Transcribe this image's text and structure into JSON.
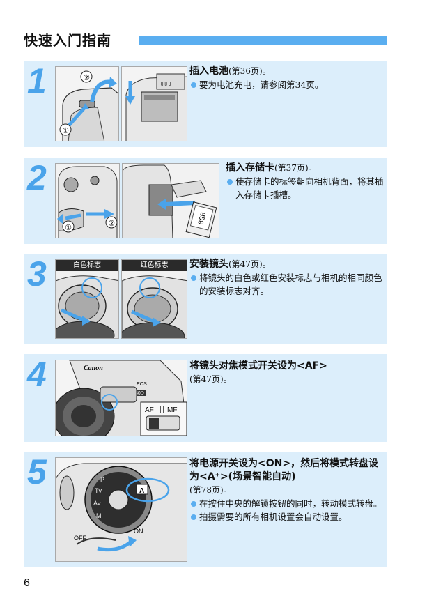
{
  "page": {
    "title": "快速入门指南",
    "number": "6"
  },
  "steps": [
    {
      "num": "1",
      "heading": "插入电池",
      "ref": "(第36页)。",
      "bullets": [
        "要为电池充电，请参阅第34页。"
      ],
      "callouts": [
        "②",
        "①"
      ]
    },
    {
      "num": "2",
      "heading": "插入存储卡",
      "ref": "(第37页)。",
      "bullets": [
        "使存储卡的标签朝向相机背面，将其插入存储卡插槽。"
      ],
      "callouts": [
        "①",
        "②"
      ],
      "card_text": "8GB"
    },
    {
      "num": "3",
      "heading": "安装镜头",
      "ref": "(第47页)。",
      "bullets": [
        "将镜头的白色或红色安装标志与相机的相同颜色的安装标志对齐。"
      ],
      "photo_labels": [
        "白色标志",
        "红色标志"
      ]
    },
    {
      "num": "4",
      "heading": "将镜头对焦模式开关设为<AF>",
      "ref": "(第47页)。",
      "camera_text": [
        "Canon",
        "EOS",
        "80D"
      ],
      "switch_labels": [
        "AF",
        "MF"
      ]
    },
    {
      "num": "5",
      "heading": "将电源开关设为<ON>，然后将模式转盘设为<A⁺>(场景智能自动)",
      "ref": "(第78页)。",
      "bullets": [
        "在按住中央的解锁按钮的同时，转动模式转盘。",
        "拍摄需要的所有相机设置会自动设置。"
      ],
      "dial_text": [
        "OFF",
        "ON"
      ]
    }
  ]
}
